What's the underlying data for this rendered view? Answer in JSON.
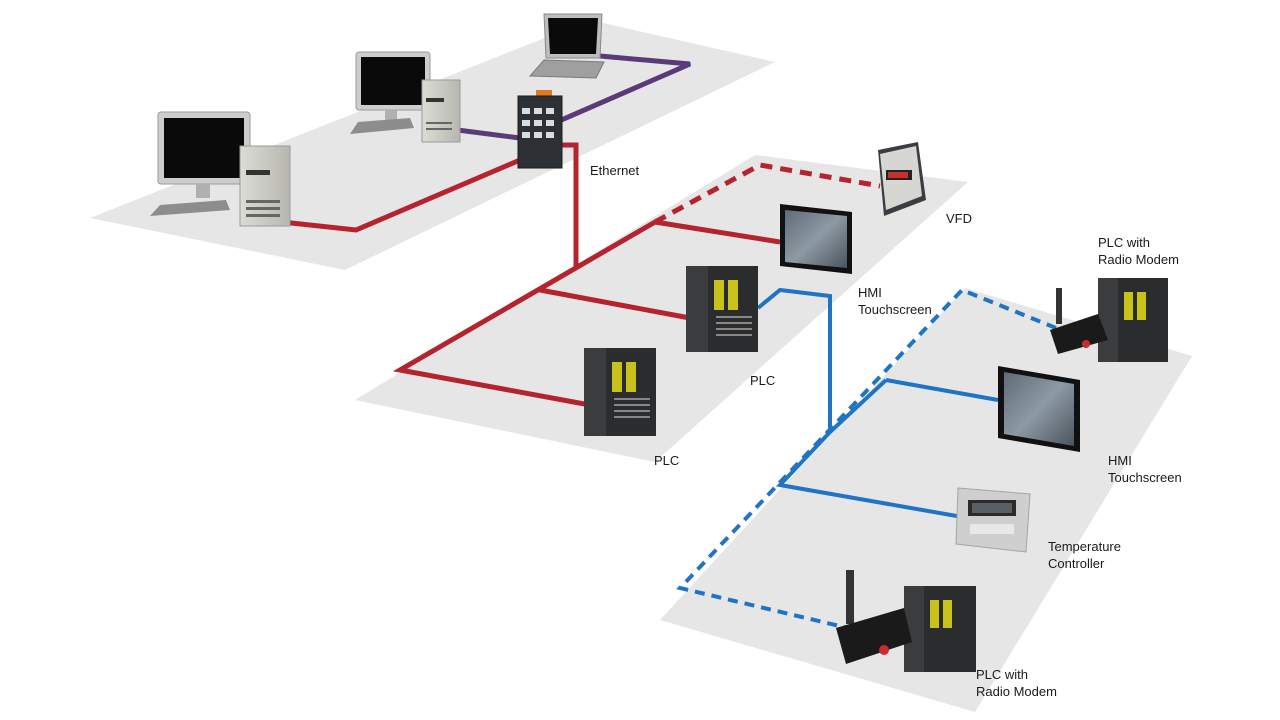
{
  "labels": {
    "ethernet": "Ethernet",
    "vfd": "VFD",
    "hmi_top": [
      "HMI",
      "Touchscreen"
    ],
    "plc_middle": "PLC",
    "plc_lower": "PLC",
    "plc_radio_top": [
      "PLC with",
      "Radio Modem"
    ],
    "hmi_bottom": [
      "HMI",
      "Touchscreen"
    ],
    "temp_controller": [
      "Temperature",
      "Controller"
    ],
    "plc_radio_bottom": [
      "PLC with",
      "Radio Modem"
    ]
  },
  "colors": {
    "ethernet_red": "#b5232f",
    "serial_blue": "#1f74c6",
    "plane_gray": "#e6e6e6",
    "switch_purple": "#5a3a78"
  }
}
